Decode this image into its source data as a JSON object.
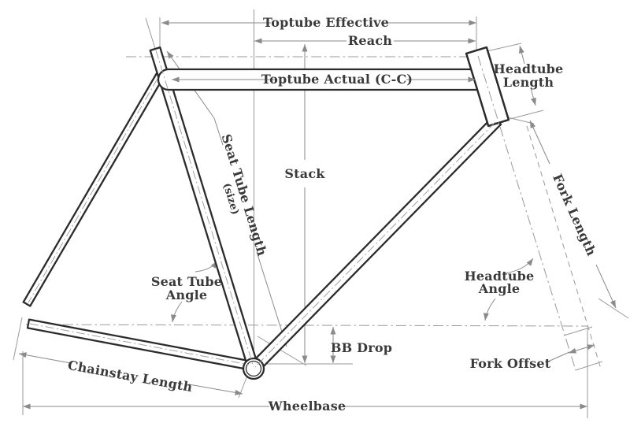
{
  "title": "Bicycle Frame Geometry Diagram",
  "colors": {
    "background": "#ffffff",
    "tube_outline": "#2b2b2b",
    "dimension_line": "#8a8a8a",
    "centerline": "#9a9a9a",
    "text": "#3a3a3a"
  },
  "labels": {
    "toptube_effective": "Toptube Effective",
    "reach": "Reach",
    "toptube_actual": "Toptube Actual (C-C)",
    "headtube_length_line1": "Headtube",
    "headtube_length_line2": "Length",
    "stack": "Stack",
    "seat_tube_length_line1": "Seat Tube Length",
    "seat_tube_length_line2": "(size)",
    "fork_length": "Fork Length",
    "seat_tube_angle_line1": "Seat Tube",
    "seat_tube_angle_line2": "Angle",
    "headtube_angle_line1": "Headtube",
    "headtube_angle_line2": "Angle",
    "bb_drop": "BB Drop",
    "fork_offset": "Fork Offset",
    "chainstay_length": "Chainstay Length",
    "wheelbase": "Wheelbase"
  }
}
